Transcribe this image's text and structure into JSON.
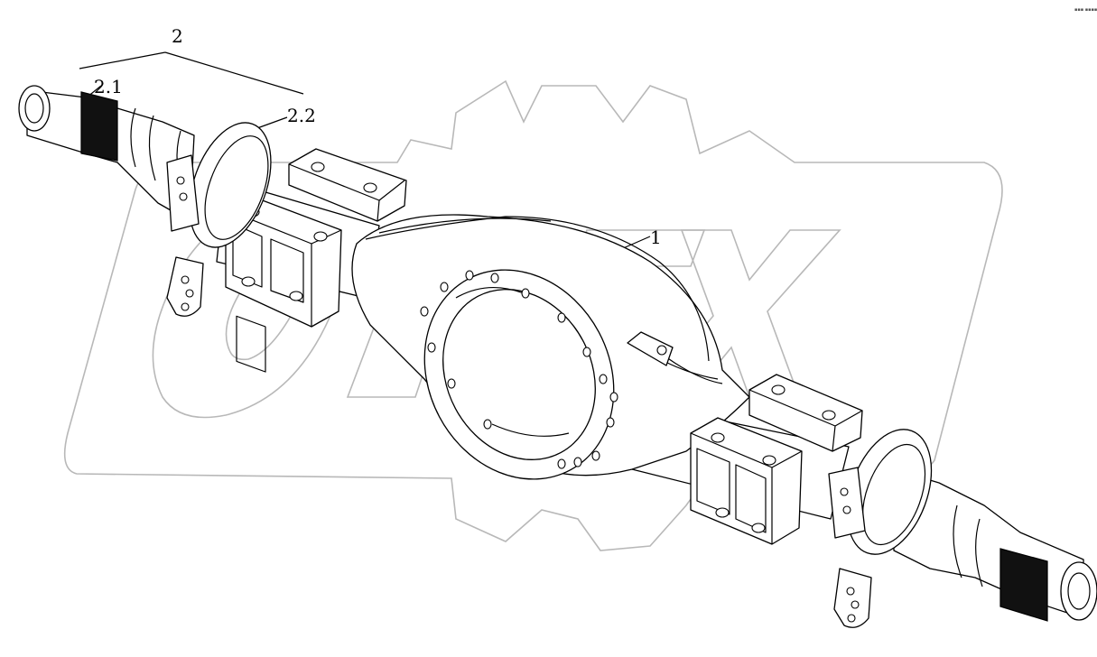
{
  "watermark": {
    "brand": "OPEX",
    "color": "#b8b8b8"
  },
  "corner_tag": "▪▪▪ ▪▪▪▪",
  "callouts": {
    "assembly": "2",
    "spindle": "2.1",
    "flange": "2.2",
    "housing": "1"
  },
  "colors": {
    "line": "#000000",
    "watermark": "#b8b8b8",
    "background": "#ffffff"
  }
}
